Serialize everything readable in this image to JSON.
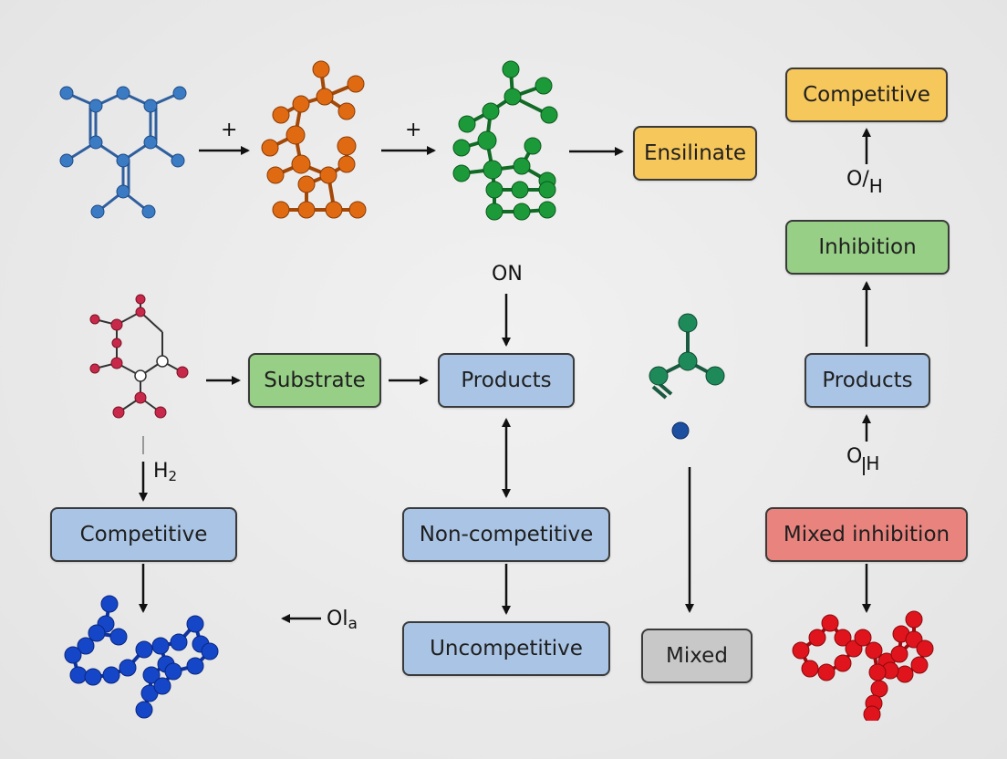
{
  "colors": {
    "blue_box": "#a9c4e4",
    "green_box": "#97cf86",
    "yellow_box": "#f6c75a",
    "red_box": "#e9837e",
    "gray_box": "#c8c8c8",
    "mol_blue": "#3b7bc4",
    "mol_orange": "#e06a12",
    "mol_green": "#1c9a3a",
    "mol_crimson": "#c8294a",
    "mol_teal": "#1e8a5a",
    "mol_deep_blue": "#1546c8",
    "mol_red": "#e0141c"
  },
  "nodes": {
    "ensilinate": "Ensilinate",
    "competitive_top": "Competitive",
    "inhibition": "Inhibition",
    "substrate": "Substrate",
    "products_center": "Products",
    "products_right": "Products",
    "competitive_left": "Competitive",
    "noncompetitive": "Non-competitive",
    "uncompetitive": "Uncompetitive",
    "mixed": "Mixed",
    "mixed_inhibition": "Mixed inhibition"
  },
  "labels": {
    "plus_1": "+",
    "plus_2": "+",
    "on": "ON",
    "oh_top_o": "O/",
    "oh_top_h": "H",
    "oh_mid_o": "O",
    "oh_mid_h": "H",
    "h2_h": "H",
    "h2_sub": "2",
    "ola": "Ol",
    "ola_sub": "a"
  },
  "molecules": [
    "blue-hexagon-molecule",
    "orange-cluster-molecule",
    "green-cluster-molecule",
    "crimson-ring-molecule",
    "teal-branch-molecule",
    "blue-chain-molecule",
    "red-chain-molecule"
  ]
}
